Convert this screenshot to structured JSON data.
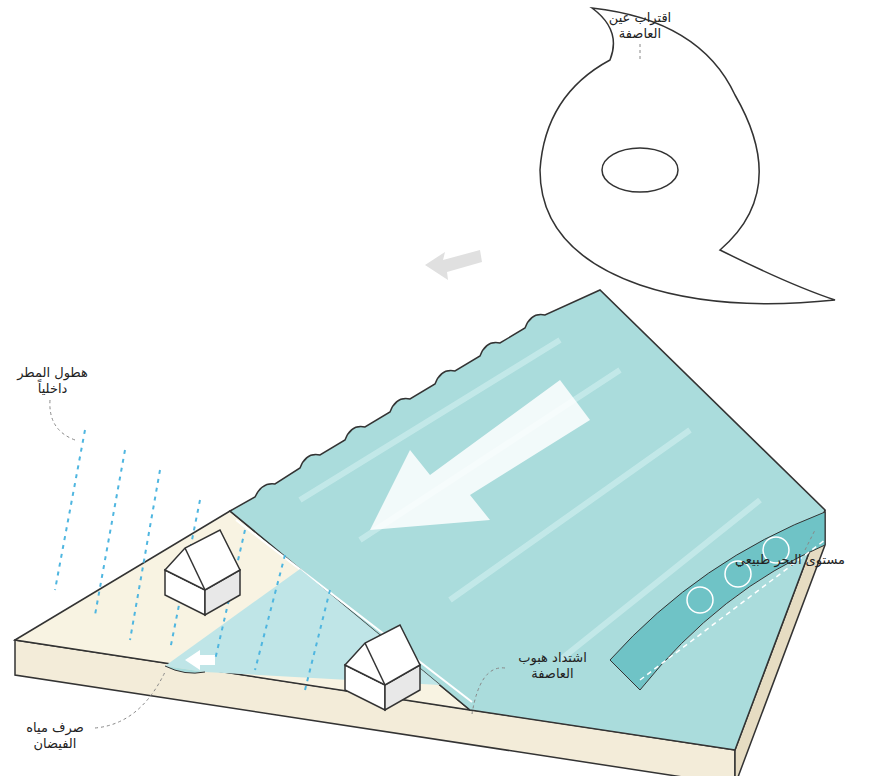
{
  "diagram": {
    "labels": [
      "اقتراب عين العاصفة",
      "هطول المطر داخلياً",
      "مستوى البحر طبيعي",
      "اشتداد هبوب العاصفة",
      "صرف مياه الفيضان"
    ]
  }
}
